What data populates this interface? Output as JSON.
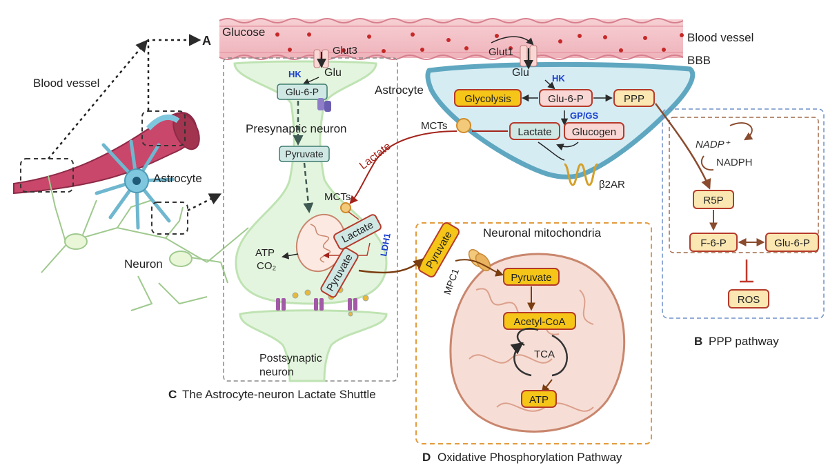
{
  "colors": {
    "vessel": "#f3c2c8",
    "vessel_edge": "#d77f8e",
    "rbc": "#c62828",
    "astro_fill": "#d5ecf3",
    "astro_edge": "#5fa7c0",
    "neuron_fill": "#e4f5df",
    "box_yellow": "#f5c518",
    "box_pink": "#f9d7d4",
    "box_teal": "#cfe8e4",
    "box_red_edge": "#b53a2a",
    "arrow_brown": "#7a3d10",
    "arrow_dark": "#3f5a52",
    "enzyme_blue": "#1a3fcf",
    "panel_orange": "#e39b3c",
    "panel_blue": "#6f8fc8",
    "panel_grey": "#888888",
    "mito_fill": "#f6ded6",
    "mito_edge": "#c9866d"
  },
  "overview": {
    "blood_vessel": "Blood vessel",
    "astrocyte": "Astrocyte",
    "neuron": "Neuron"
  },
  "panel_a": {
    "letter": "A",
    "glucose": "Glucose",
    "blood_vessel": "Blood vessel",
    "bbb": "BBB",
    "glut3": "Glut3",
    "glut1": "Glut1",
    "glu_neuron": "Glu",
    "glu_astro": "Glu",
    "hk_neuron": "HK",
    "hk_astro": "HK",
    "glu6p_neuron": "Glu-6-P",
    "presynaptic": "Presynaptic neuron",
    "pyruvate_neuron": "Pyruvate",
    "astrocyte": "Astrocyte",
    "glycolysis": "Glycolysis",
    "glu6p_astro": "Glu-6-P",
    "ppp": "PPP",
    "gp_gs": "GP/GS",
    "lactate_astro": "Lactate",
    "glucogen": "Glucogen",
    "mcts_astro": "MCTs",
    "lactate_arrow": "Lactate",
    "b2ar": "β2AR",
    "mcts_neuron": "MCTs",
    "lactate_neuron": "Lactate",
    "pyruvate_bottom": "Pyruvate",
    "ldh1": "LDH1",
    "atp": "ATP",
    "co2": "CO₂",
    "postsynaptic_line1": "Postsynaptic",
    "postsynaptic_line2": "neuron"
  },
  "panel_b": {
    "letter": "B",
    "title": "PPP pathway",
    "nadp_plus": "NADP⁺",
    "nadph": "NADPH",
    "r5p": "R5P",
    "f6p": "F-6-P",
    "glu6p": "Glu-6-P",
    "ros": "ROS"
  },
  "panel_c": {
    "letter": "C",
    "title": "The Astrocyte-neuron Lactate Shuttle"
  },
  "panel_d": {
    "letter": "D",
    "title": "Oxidative Phosphorylation Pathway",
    "mito_title": "Neuronal mitochondria",
    "pyruvate_in": "Pyruvate",
    "mpc1": "MPC1",
    "pyruvate": "Pyruvate",
    "acetyl_coa": "Acetyl-CoA",
    "tca": "TCA",
    "atp": "ATP"
  }
}
